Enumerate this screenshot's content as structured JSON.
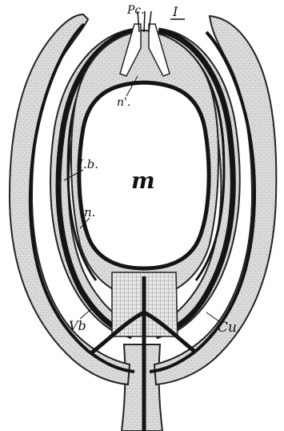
{
  "labels": {
    "pc": "Pc.",
    "i": "I",
    "n_prime": "n'.",
    "ib": "I.b.",
    "m": "m",
    "n": "n.",
    "vb": "Vb",
    "cu": "Cu."
  },
  "colors": {
    "tissue_fill": "#dcdcdc",
    "tissue_stipple": "#8a8a8a",
    "dark_band": "#141414",
    "paper": "#ffffff",
    "outline": "#222222"
  }
}
